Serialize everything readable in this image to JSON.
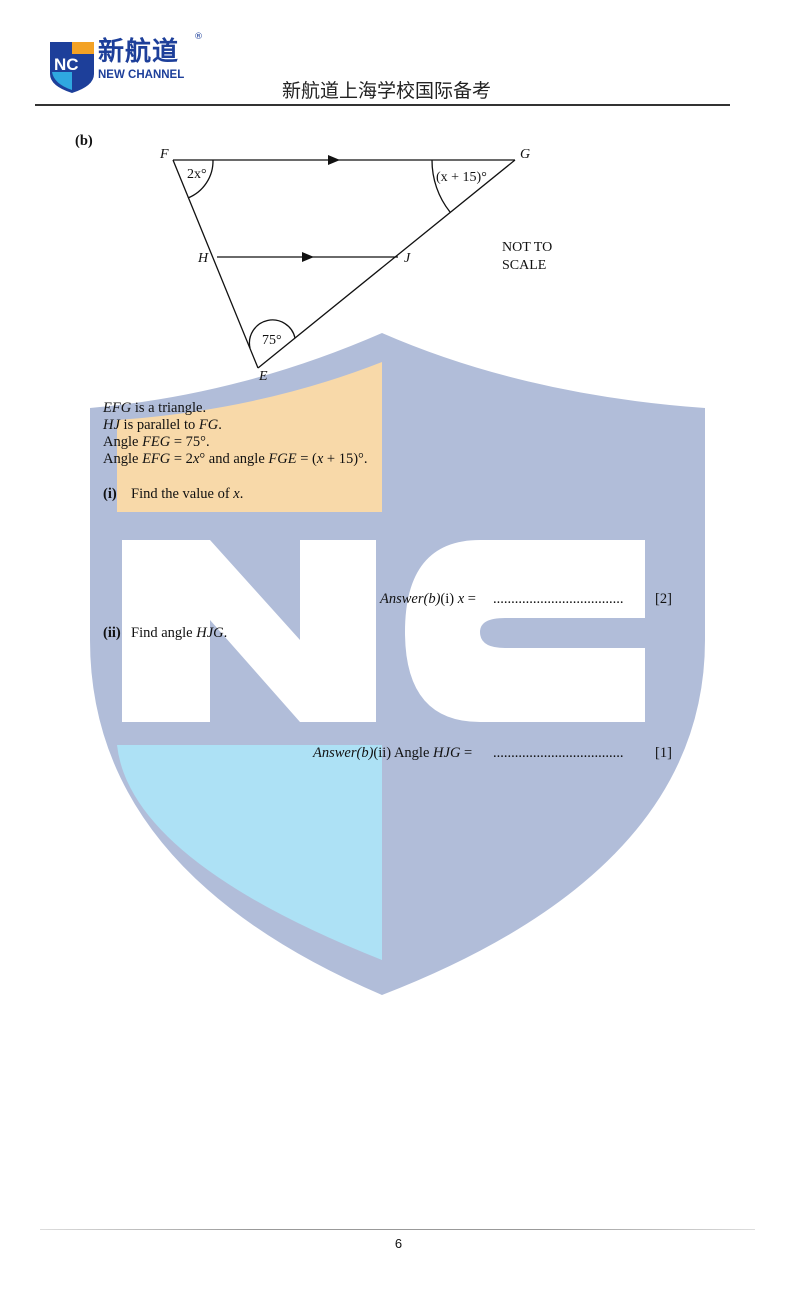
{
  "header": {
    "logo_cn": "新航道",
    "logo_en": "NEW CHANNEL",
    "logo_mark": "NC",
    "logo_reg": "®",
    "school_name": "新航道上海学校国际备考"
  },
  "watermark": {
    "text": "NC",
    "colors": {
      "shield": "#b1bdd9",
      "orange": "#f8d9a9",
      "light_blue": "#ade1f5",
      "letters": "#ffffff"
    }
  },
  "question": {
    "part_label": "(b)",
    "diagram": {
      "vertices": {
        "F": "F",
        "G": "G",
        "H": "H",
        "J": "J",
        "E": "E"
      },
      "angle_F": "2x°",
      "angle_G": "(x + 15)°",
      "angle_E": "75°",
      "note_line1": "NOT TO",
      "note_line2": "SCALE"
    },
    "statements": {
      "s1_it": "EFG",
      "s1_rest": " is a triangle.",
      "s2_it": "HJ",
      "s2_mid": " is parallel to ",
      "s2_it2": "FG",
      "s2_end": ".",
      "s3_pre": "Angle ",
      "s3_it": "FEG",
      "s3_rest": " = 75°.",
      "s4_pre": "Angle ",
      "s4_it": "EFG",
      "s4_mid": " = 2",
      "s4_x": "x",
      "s4_mid2": "° and angle ",
      "s4_it2": "FGE",
      "s4_mid3": " = (",
      "s4_x2": "x",
      "s4_end": " + 15)°."
    },
    "part_i": {
      "label": "(i)",
      "text": "Find the value of ",
      "var": "x",
      "end": ".",
      "answer_prefix_it": "Answer(b)",
      "answer_prefix": "(i) ",
      "answer_var": "x",
      "answer_eq": " =",
      "dots": "....................................",
      "marks": "[2]"
    },
    "part_ii": {
      "label": "(ii)",
      "text": "Find angle ",
      "var": "HJG",
      "end": ".",
      "answer_prefix_it": "Answer(b)",
      "answer_prefix": "(ii) Angle ",
      "answer_var": "HJG",
      "answer_eq": " =",
      "dots": "....................................",
      "marks": "[1]"
    }
  },
  "footer": {
    "page_number": "6"
  }
}
